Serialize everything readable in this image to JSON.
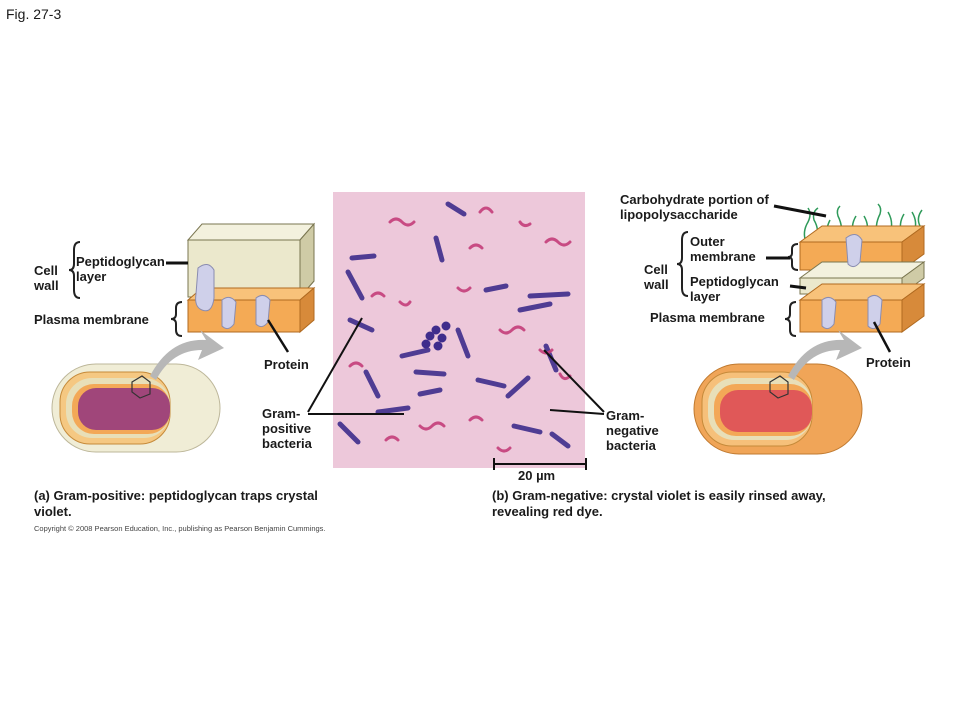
{
  "figure_label": "Fig. 27-3",
  "left_diagram": {
    "cell_wall": "Cell wall",
    "peptidoglycan": "Peptidoglycan layer",
    "plasma_membrane": "Plasma membrane",
    "protein": "Protein"
  },
  "micrograph": {
    "gram_positive": "Gram-positive bacteria",
    "gram_negative": "Gram-negative bacteria",
    "scale_bar": "20 µm"
  },
  "right_diagram": {
    "carbohydrate": "Carbohydrate portion of lipopolysaccharide",
    "outer_membrane": "Outer membrane",
    "cell_wall": "Cell wall",
    "peptidoglycan": "Peptidoglycan layer",
    "plasma_membrane": "Plasma membrane",
    "protein": "Protein"
  },
  "captions": {
    "a": "(a)  Gram-positive: peptidoglycan traps crystal violet.",
    "b": "(b) Gram-negative: crystal violet is easily rinsed away, revealing red dye."
  },
  "copyright": "Copyright © 2008 Pearson Education, Inc., publishing as Pearson Benjamin Cummings."
}
